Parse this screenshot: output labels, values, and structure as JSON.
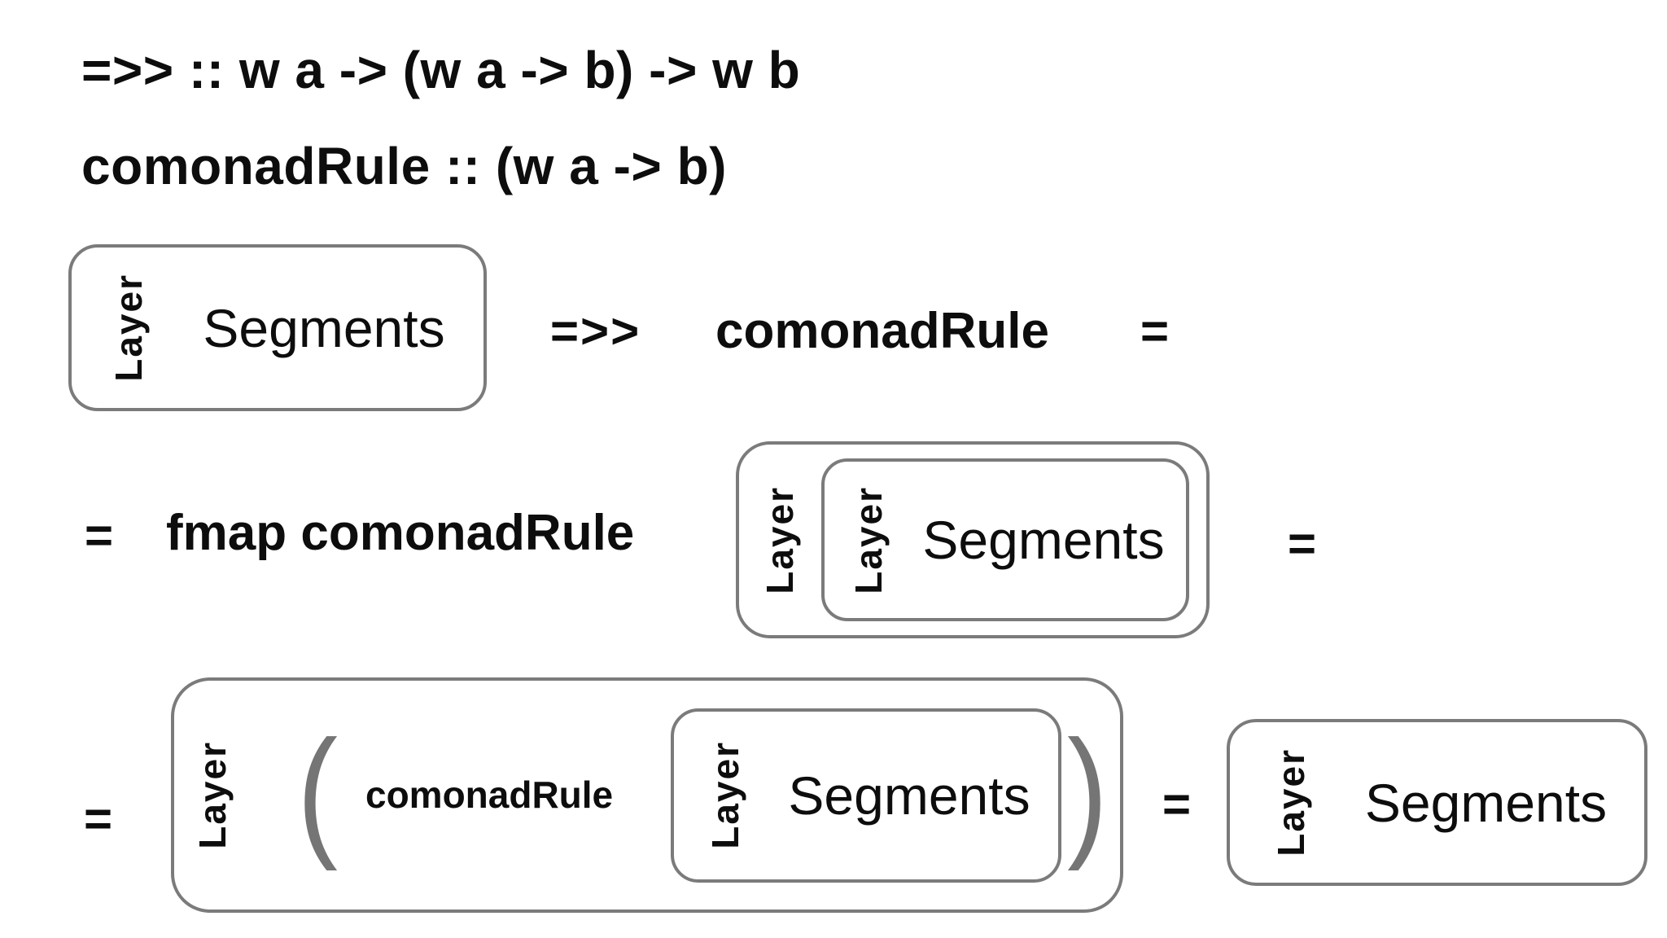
{
  "colors": {
    "background": "#ffffff",
    "box_border": "#7b7b7b",
    "paren": "#757575",
    "text": "#0d0d0d"
  },
  "heading": {
    "line1": "=>> :: w a -> (w a -> b) -> w b",
    "line2": "comonadRule :: (w a -> b)"
  },
  "labels": {
    "layer": "Layer",
    "segments": "Segments"
  },
  "equation": {
    "row1": {
      "extend_op": "=>>",
      "function_name": "comonadRule",
      "equals": "="
    },
    "row2": {
      "equals_left": "=",
      "expression": "fmap comonadRule",
      "equals_right": "="
    },
    "row3": {
      "equals_left": "=",
      "open_paren": "(",
      "function_name": "comonadRule",
      "close_paren": ")",
      "equals_mid": "="
    }
  }
}
